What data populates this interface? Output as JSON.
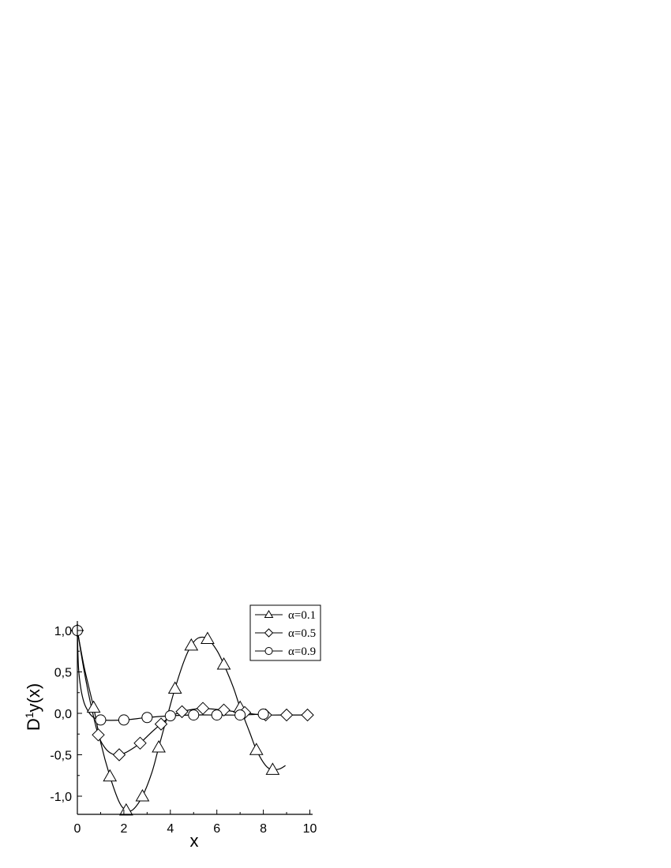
{
  "chart_data": {
    "type": "line",
    "title": "",
    "xlabel": "x",
    "ylabel": "D^1y(x)",
    "ylabel_main": "D",
    "ylabel_sup": "1",
    "ylabel_rest": "y(x)",
    "xlim": [
      0,
      10
    ],
    "ylim": [
      -1.22,
      1.12
    ],
    "x_ticks": [
      0,
      2,
      4,
      6,
      8,
      10
    ],
    "x_tick_labels": [
      "0",
      "2",
      "4",
      "6",
      "8",
      "10"
    ],
    "y_ticks": [
      1.0,
      0.5,
      0.0,
      -0.5,
      -1.0
    ],
    "y_tick_labels": [
      "1,0",
      "0,5",
      "0,0",
      "-0,5",
      "-1,0"
    ],
    "grid": false,
    "legend_position": "upper right",
    "series": [
      {
        "name": "α=0.1",
        "marker": "triangle",
        "markers": [
          [
            0.7,
            0.07
          ],
          [
            1.4,
            -0.76
          ],
          [
            2.1,
            -1.17
          ],
          [
            2.8,
            -1.0
          ],
          [
            3.5,
            -0.41
          ],
          [
            4.2,
            0.3
          ],
          [
            4.9,
            0.82
          ],
          [
            5.6,
            0.9
          ],
          [
            6.3,
            0.59
          ],
          [
            7.0,
            0.07
          ],
          [
            7.7,
            -0.44
          ],
          [
            8.4,
            -0.68
          ]
        ],
        "curve": [
          [
            0.0,
            1.0
          ],
          [
            0.3,
            0.55
          ],
          [
            0.7,
            0.07
          ],
          [
            1.0,
            -0.35
          ],
          [
            1.4,
            -0.76
          ],
          [
            1.8,
            -1.07
          ],
          [
            2.1,
            -1.17
          ],
          [
            2.4,
            -1.16
          ],
          [
            2.8,
            -1.0
          ],
          [
            3.2,
            -0.72
          ],
          [
            3.5,
            -0.41
          ],
          [
            3.9,
            0.0
          ],
          [
            4.2,
            0.3
          ],
          [
            4.6,
            0.64
          ],
          [
            4.9,
            0.82
          ],
          [
            5.2,
            0.91
          ],
          [
            5.6,
            0.9
          ],
          [
            6.0,
            0.76
          ],
          [
            6.3,
            0.59
          ],
          [
            6.7,
            0.32
          ],
          [
            7.0,
            0.07
          ],
          [
            7.4,
            -0.22
          ],
          [
            7.7,
            -0.44
          ],
          [
            8.1,
            -0.63
          ],
          [
            8.4,
            -0.68
          ],
          [
            8.7,
            -0.67
          ],
          [
            8.95,
            -0.63
          ]
        ]
      },
      {
        "name": "α=0.5",
        "marker": "diamond",
        "markers": [
          [
            0.0,
            1.0
          ],
          [
            0.9,
            -0.26
          ],
          [
            1.8,
            -0.5
          ],
          [
            2.7,
            -0.36
          ],
          [
            3.6,
            -0.13
          ],
          [
            4.5,
            0.02
          ],
          [
            5.4,
            0.06
          ],
          [
            6.3,
            0.04
          ],
          [
            7.2,
            0.01
          ],
          [
            8.1,
            -0.02
          ],
          [
            9.0,
            -0.02
          ],
          [
            9.9,
            -0.02
          ]
        ],
        "curve": [
          [
            0.0,
            1.0
          ],
          [
            0.3,
            0.5
          ],
          [
            0.6,
            0.08
          ],
          [
            0.9,
            -0.26
          ],
          [
            1.2,
            -0.42
          ],
          [
            1.5,
            -0.49
          ],
          [
            1.8,
            -0.5
          ],
          [
            2.1,
            -0.47
          ],
          [
            2.4,
            -0.42
          ],
          [
            2.7,
            -0.36
          ],
          [
            3.0,
            -0.28
          ],
          [
            3.3,
            -0.2
          ],
          [
            3.6,
            -0.13
          ],
          [
            4.0,
            -0.04
          ],
          [
            4.5,
            0.02
          ],
          [
            5.0,
            0.05
          ],
          [
            5.4,
            0.06
          ],
          [
            5.9,
            0.05
          ],
          [
            6.3,
            0.04
          ],
          [
            6.8,
            0.02
          ],
          [
            7.2,
            0.01
          ],
          [
            7.6,
            -0.01
          ],
          [
            8.1,
            -0.02
          ],
          [
            9.0,
            -0.02
          ],
          [
            9.9,
            -0.02
          ]
        ]
      },
      {
        "name": "α=0.9",
        "marker": "circle",
        "markers": [
          [
            0.0,
            1.0
          ],
          [
            1.0,
            -0.08
          ],
          [
            2.0,
            -0.08
          ],
          [
            3.0,
            -0.05
          ],
          [
            4.0,
            -0.03
          ],
          [
            5.0,
            -0.02
          ],
          [
            6.0,
            -0.02
          ],
          [
            7.0,
            -0.02
          ],
          [
            8.0,
            -0.01
          ]
        ],
        "curve": [
          [
            0.0,
            1.0
          ],
          [
            0.05,
            0.55
          ],
          [
            0.15,
            0.3
          ],
          [
            0.3,
            0.12
          ],
          [
            0.5,
            0.01
          ],
          [
            0.7,
            -0.05
          ],
          [
            1.0,
            -0.08
          ],
          [
            2.0,
            -0.08
          ],
          [
            3.0,
            -0.05
          ],
          [
            4.0,
            -0.03
          ],
          [
            5.0,
            -0.02
          ],
          [
            6.0,
            -0.02
          ],
          [
            7.0,
            -0.02
          ],
          [
            8.0,
            -0.01
          ]
        ]
      }
    ]
  },
  "legend": {
    "items": [
      "α=0.1",
      "α=0.5",
      "α=0.9"
    ]
  }
}
